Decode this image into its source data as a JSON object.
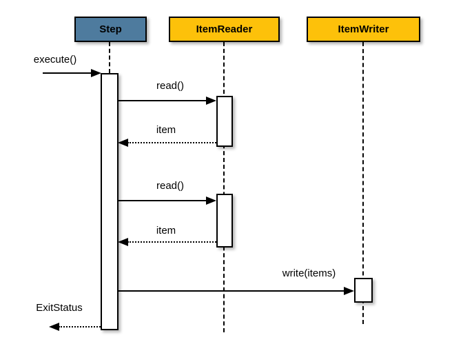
{
  "diagram_type": "uml-sequence-diagram",
  "participants": [
    {
      "name": "Step",
      "header_color": "#4e7b9e"
    },
    {
      "name": "ItemReader",
      "header_color": "#fdc10a"
    },
    {
      "name": "ItemWriter",
      "header_color": "#fdc10a"
    }
  ],
  "messages": [
    {
      "label": "execute()",
      "from": "caller",
      "to": "Step",
      "line": "solid",
      "direction": "right"
    },
    {
      "label": "read()",
      "from": "Step",
      "to": "ItemReader",
      "line": "solid",
      "direction": "right"
    },
    {
      "label": "item",
      "from": "ItemReader",
      "to": "Step",
      "line": "dotted",
      "direction": "left"
    },
    {
      "label": "read()",
      "from": "Step",
      "to": "ItemReader",
      "line": "solid",
      "direction": "right"
    },
    {
      "label": "item",
      "from": "ItemReader",
      "to": "Step",
      "line": "dotted",
      "direction": "left"
    },
    {
      "label": "write(items)",
      "from": "Step",
      "to": "ItemWriter",
      "line": "solid",
      "direction": "right"
    },
    {
      "label": "ExitStatus",
      "from": "Step",
      "to": "caller",
      "line": "dotted",
      "direction": "left"
    }
  ],
  "colors": {
    "step_header": "#4e7b9e",
    "reader_writer_header": "#fdc10a",
    "lines_and_text": "#000000",
    "activation_fill": "#ffffff",
    "background": "#ffffff"
  }
}
